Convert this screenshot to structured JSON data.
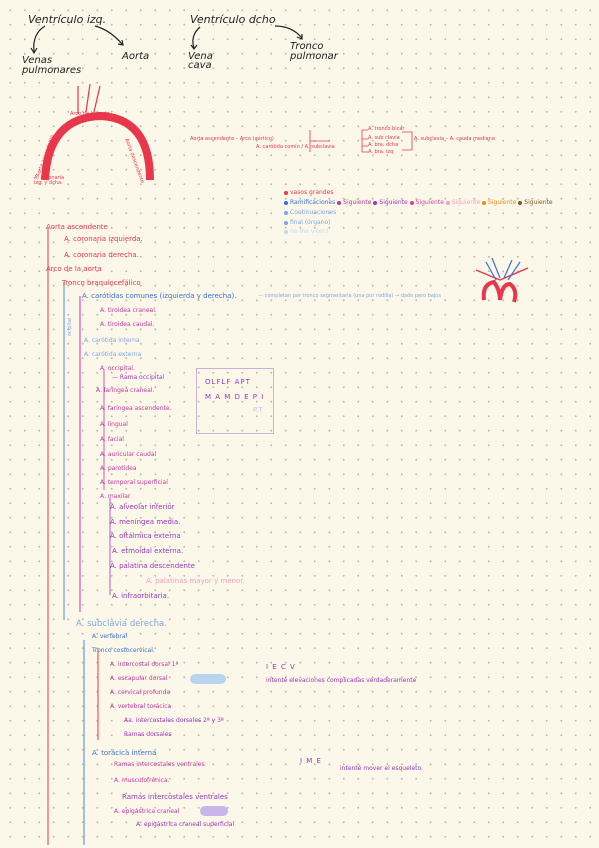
{
  "header": {
    "ventriculo_izq": "Ventrículo izq.",
    "ventriculo_dcho": "Ventrículo dcho",
    "venas_pulmonares": "Venas pulmonares",
    "aorta": "Aorta",
    "vena_cava": "Vena cava",
    "tronco_pulmonar": "Tronco pulmonar"
  },
  "arch": {
    "top_label": "Arco de la aorta",
    "left_label": "Aorta ascendente",
    "right_label": "Aorta descendente",
    "bottom_left": "A. coronaria izq. y dcha."
  },
  "flow": {
    "start": "Aorta ascendente – Arco (aórtico)",
    "sub": "A. carótida comín / A. subclavia",
    "branches": [
      "A. tronco bicar",
      "A. sub clavia",
      "A. bra. dcha",
      "A. bra. izq"
    ],
    "end": "A. subclavia – A. cauda mediana"
  },
  "legend": [
    {
      "label": "vasos grandes",
      "color": "#e8364a"
    },
    {
      "label": "Ramificaciones",
      "color": "#3b6fd6"
    },
    {
      "label": "Siguiente",
      "color": "#c3389e"
    },
    {
      "label": "Siguiente",
      "color": "#9a36c0"
    },
    {
      "label": "Siguiente",
      "color": "#e0409a"
    },
    {
      "label": "Siguiente",
      "color": "#f2a0c0"
    },
    {
      "label": "Siguiente",
      "color": "#f08a1a"
    },
    {
      "label": "Siguiente",
      "color": "#7a5a2a"
    }
  ],
  "legend2": {
    "l1": "Continuaciones",
    "l2": "final (órgano)",
    "l3": "no me vi(en)"
  },
  "outline": {
    "aorta_ascendente": "Aorta ascendente",
    "coronaria_izq": "A. coronaria izquierda.",
    "coronaria_dcha": "A. coronaria derecha.",
    "arco": "Arco de la aorta",
    "tronco_braquio": "Tronco braquiocefálico",
    "carotidas": "A. carótidas comunes (izquierda y derecha).",
    "carotidas_note": "— completan por tronco segmentaria (una por rodilla) → dado pero bajos",
    "tiroidea_craneal": "A. tiroidea craneal.",
    "tiroidea_caudal": "A. tiroidea caudal.",
    "carotida_interna": "A. carótida interna",
    "carotida_externa": "A. carótida externa",
    "left_small": "ocipital",
    "occipital": "A. occipital.",
    "rama_occipital": "— Rama occipital",
    "auricular_craneal": "A. laríngea craneal.",
    "faringea": "A. faríngea ascendente.",
    "lingual": "A. lingual",
    "facial": "A. facial",
    "auricular_caudal": "A. auricular caudal",
    "parotidea": "A. parotídea",
    "temporal": "A. temporal superficial",
    "maxilar": "A. maxilar",
    "alveolar": "A. alveolar inferior",
    "meningea": "A. meníngea media.",
    "oftalmica": "A. oftálmica externa",
    "etmoidal": "A. etmoidal externa.",
    "palatina": "A. palatina descendente",
    "palatinas_mm": "A. palatinas mayor y menor.",
    "infraorbitaria": "A. infraorbitaria.",
    "subclavia": "A. subclavia derecha.",
    "vertebral": "A. vertebral",
    "costocervical": "Tronco costocervical.",
    "intercostal": "A. intercostal dorsal 1ª",
    "escapular": "A. escapular dorsal",
    "cervical": "A. cervical profunda",
    "vertebral_toracica": "A. vertebral torácica",
    "intercostales": "Aa. intercostales dorsales 2ª y 3ª",
    "ramas_dorsales": "Ramas dorsales",
    "toracica": "A. torácica interna",
    "ramas_intercostales": "Ramas intercostales ventrales",
    "musculofrenica": "A. musculofrénica.",
    "ramas_intercostales2": "Ramas intercostales ventrales",
    "epigastrica": "A. epigástrica craneal",
    "epigastrica_sup": "A. epigástrica craneal superficial"
  },
  "box": {
    "line1": "OLFLF APT",
    "line2": "M A M D E P I",
    "line3": "P.T"
  },
  "notes": {
    "ieci": "I E C V",
    "ieci_text": "intenté elevaciones complicadas verdaderamente",
    "imp": "I M E",
    "imp_text": "intenté mover el esqueleto."
  },
  "colors": {
    "background": "#fbf8ea",
    "dots": "#bdb8a6",
    "red": "#e8364a",
    "pink": "#e0409a",
    "magenta": "#c3389e",
    "purple": "#9a36c0",
    "blue": "#3b6fd6",
    "light_blue": "#7fa6e6",
    "orange": "#f08a1a"
  },
  "icons": [
    "heart-icon",
    "arrow-icon"
  ]
}
